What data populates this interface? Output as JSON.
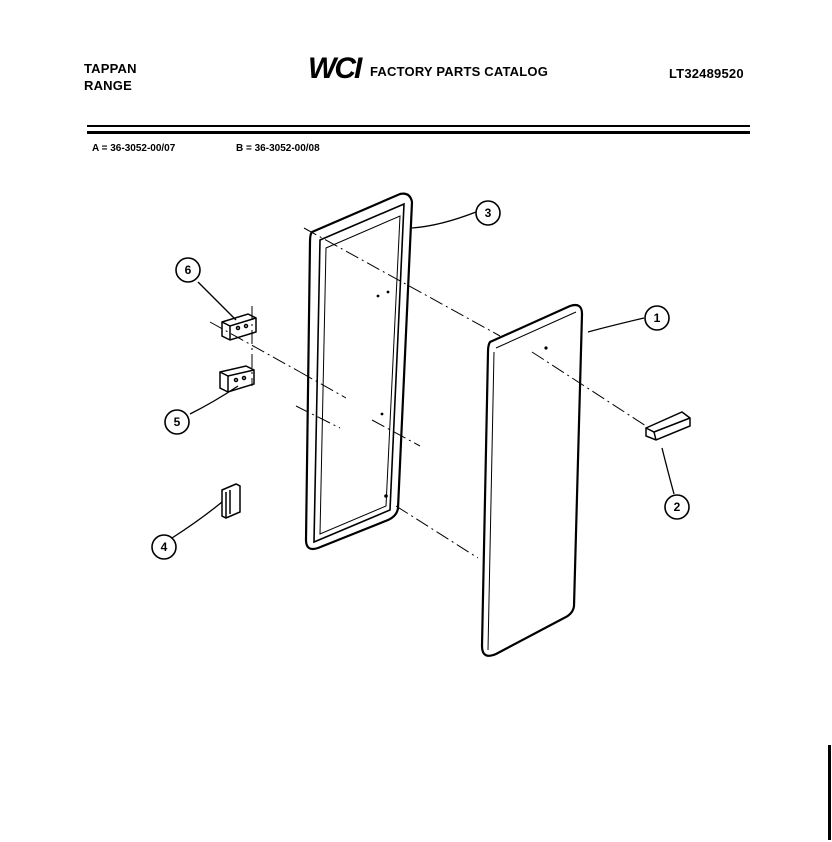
{
  "header": {
    "brand_line1": "TAPPAN",
    "brand_line2": "RANGE",
    "logo_text": "WCI",
    "catalog_title": "FACTORY PARTS CATALOG",
    "catalog_number": "LT32489520"
  },
  "variants": {
    "a": "A = 36-3052-00/07",
    "b": "B = 36-3052-00/08"
  },
  "callouts": [
    "1",
    "2",
    "3",
    "4",
    "5",
    "6"
  ],
  "colors": {
    "ink": "#000000",
    "paper": "#ffffff"
  }
}
